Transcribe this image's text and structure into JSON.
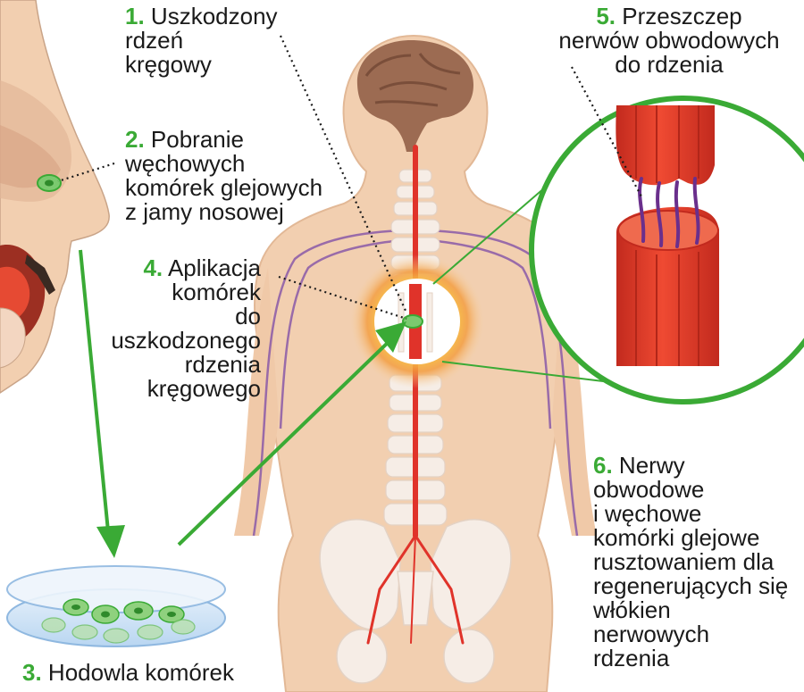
{
  "labels": {
    "step1": {
      "num": "1.",
      "lines": [
        "Uszkodzony",
        "rdzeń",
        "kręgowy"
      ]
    },
    "step2": {
      "num": "2.",
      "lines": [
        "Pobranie",
        "węchowych",
        "komórek glejowych",
        "z jamy nosowej"
      ]
    },
    "step3": {
      "num": "3.",
      "lines": [
        "Hodowla komórek"
      ]
    },
    "step4": {
      "num": "4.",
      "lines": [
        "Aplikacja",
        "komórek",
        "do",
        "uszkodzonego",
        "rdzenia",
        "kręgowego"
      ]
    },
    "step5": {
      "num": "5.",
      "lines": [
        "Przeszczep",
        "nerwów obwodowych",
        "do rdzenia"
      ]
    },
    "step6": {
      "num": "6.",
      "lines": [
        "Nerwy",
        "obwodowe",
        "i węchowe",
        "komórki glejowe",
        "rusztowaniem dla",
        "regenerujących się",
        "włókien",
        "nerwowych",
        "rdzenia"
      ]
    }
  },
  "colors": {
    "accent_green": "#3aaa35",
    "skin": "#f2cfb0",
    "spinal_cord": "#e0332a",
    "nerve": "#8a5aa8",
    "bone": "#f6ede6",
    "brain": "#9c6b52"
  }
}
